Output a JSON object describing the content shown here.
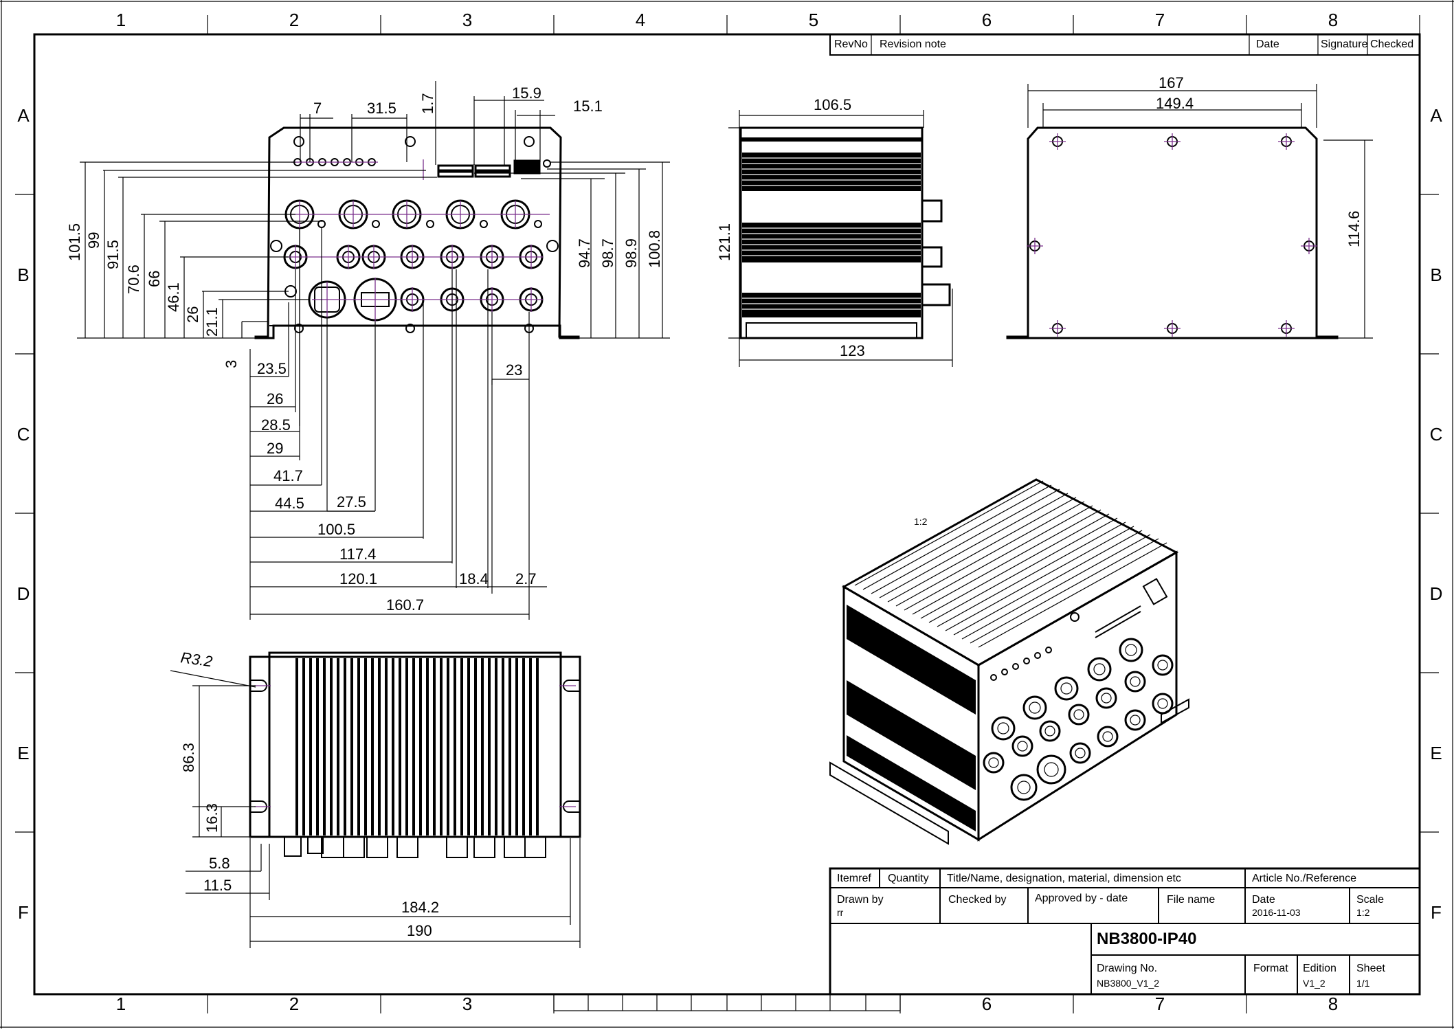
{
  "sheet": {
    "grid_columns": [
      "1",
      "2",
      "3",
      "4",
      "5",
      "6",
      "7",
      "8"
    ],
    "grid_rows": [
      "A",
      "B",
      "C",
      "D",
      "E",
      "F"
    ]
  },
  "revision_table": {
    "headers": [
      "RevNo",
      "Revision note",
      "Date",
      "Signature",
      "Checked"
    ]
  },
  "views": {
    "front": {
      "dims_top": [
        "7",
        "31.5",
        "1.7",
        "15.9",
        "15.1"
      ],
      "dims_left": [
        "101.5",
        "99",
        "91.5",
        "70.6",
        "66",
        "46.1",
        "26",
        "21.1",
        "3"
      ],
      "dims_right": [
        "94.7",
        "98.7",
        "98.9",
        "100.8"
      ],
      "dims_bottom": [
        "23.5",
        "26",
        "28.5",
        "29",
        "41.7",
        "44.5",
        "27.5",
        "100.5",
        "117.4",
        "120.1",
        "18.4",
        "2.7",
        "160.7",
        "23"
      ]
    },
    "side": {
      "dims": [
        "106.5",
        "121.1",
        "123"
      ]
    },
    "back": {
      "dims": [
        "167",
        "149.4",
        "114.6"
      ]
    },
    "top": {
      "dims": [
        "R3.2",
        "86.3",
        "16.3",
        "5.8",
        "11.5",
        "184.2",
        "190"
      ]
    },
    "iso": {
      "scale_label": "1:2"
    }
  },
  "title_block": {
    "itemref": "Itemref",
    "quantity": "Quantity",
    "title_header": "Title/Name, designation, material, dimension etc",
    "article_header": "Article No./Reference",
    "drawn_by_label": "Drawn by",
    "drawn_by_value": "rr",
    "checked_by_label": "Checked by",
    "approved_label": "Approved by - date",
    "file_name_label": "File name",
    "date_label": "Date",
    "date_value": "2016-11-03",
    "scale_label": "Scale",
    "scale_value": "1:2",
    "title": "NB3800-IP40",
    "drawing_no_label": "Drawing No.",
    "drawing_no_value": "NB3800_V1_2",
    "format_label": "Format",
    "edition_label": "Edition",
    "edition_value": "V1_2",
    "sheet_label": "Sheet",
    "sheet_value": "1/1"
  }
}
